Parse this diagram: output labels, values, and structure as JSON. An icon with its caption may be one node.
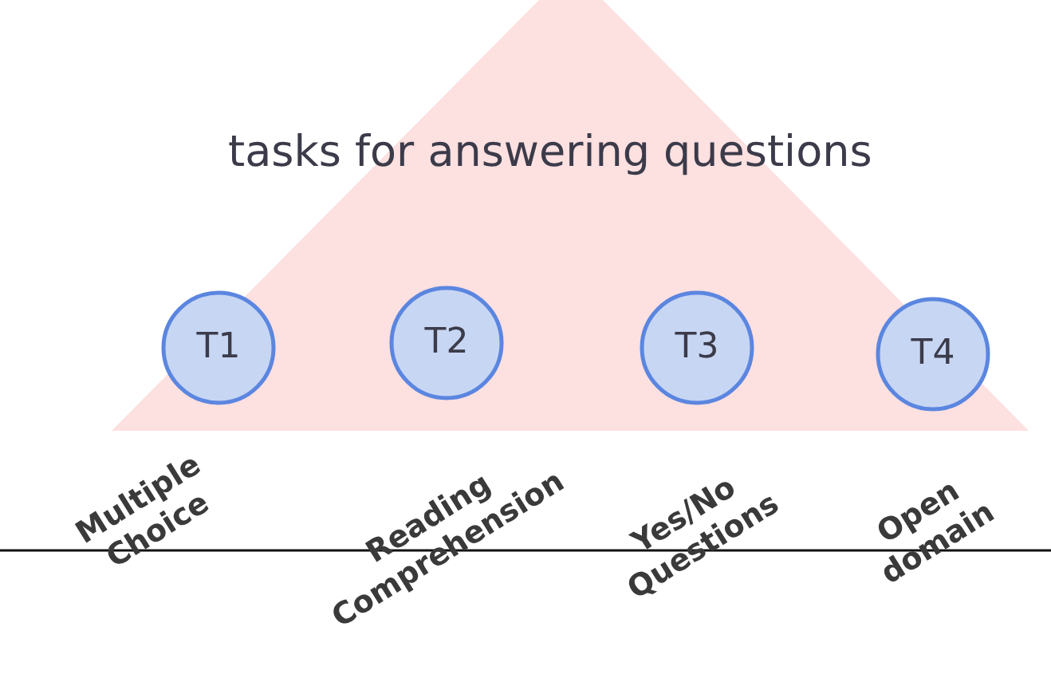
{
  "diagram": {
    "nodes": [
      {
        "text": [
          "tasks  for answering questions"
        ]
      },
      {
        "text": [
          "T1"
        ],
        "in": 0,
        "beside": [
          "Multiple Choice"
        ]
      },
      {
        "text": [
          "T2"
        ],
        "in": 0,
        "beside": [
          "Reading Comprehension"
        ]
      },
      {
        "text": [
          "T3"
        ],
        "in": 0,
        "beside": [
          "Yes/No Questions"
        ]
      },
      {
        "text": [
          "T4"
        ],
        "in": 0,
        "beside": [
          "Open domain"
        ]
      }
    ],
    "edges": []
  }
}
